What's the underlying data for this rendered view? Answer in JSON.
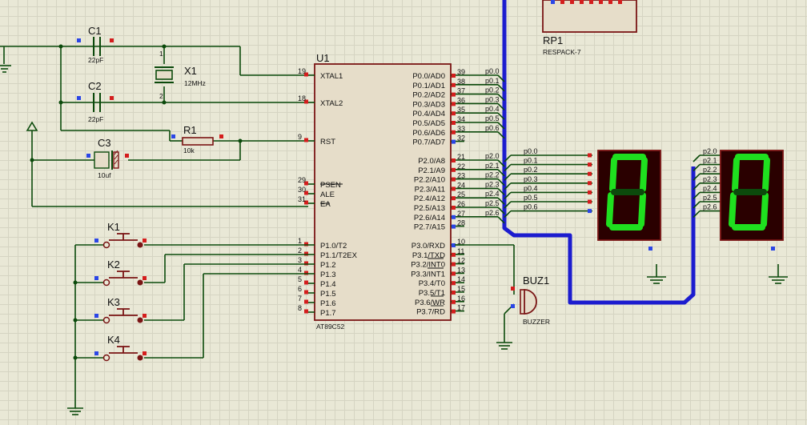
{
  "components": {
    "c1": {
      "ref": "C1",
      "value": "22pF"
    },
    "c2": {
      "ref": "C2",
      "value": "22pF"
    },
    "c3": {
      "ref": "C3",
      "value": "10uf"
    },
    "x1": {
      "ref": "X1",
      "value": "12MHz"
    },
    "r1": {
      "ref": "R1",
      "value": "10k"
    },
    "rp1": {
      "ref": "RP1",
      "value": "RESPACK-7"
    },
    "u1": {
      "ref": "U1",
      "part": "AT89C52"
    },
    "buz1": {
      "ref": "BUZ1",
      "part": "BUZZER"
    },
    "keys": [
      "K1",
      "K2",
      "K3",
      "K4"
    ],
    "x1_pins": [
      "1",
      "2"
    ]
  },
  "u1_left_pins": [
    {
      "num": "19",
      "name": "XTAL1"
    },
    {
      "num": "18",
      "name": "XTAL2"
    },
    {
      "num": "9",
      "name": "RST"
    },
    {
      "num": "29",
      "name": "PSEN"
    },
    {
      "num": "30",
      "name": "ALE"
    },
    {
      "num": "31",
      "name": "EA"
    },
    {
      "num": "1",
      "name": "P1.0/T2"
    },
    {
      "num": "2",
      "name": "P1.1/T2EX"
    },
    {
      "num": "3",
      "name": "P1.2"
    },
    {
      "num": "4",
      "name": "P1.3"
    },
    {
      "num": "5",
      "name": "P1.4"
    },
    {
      "num": "6",
      "name": "P1.5"
    },
    {
      "num": "7",
      "name": "P1.6"
    },
    {
      "num": "8",
      "name": "P1.7"
    }
  ],
  "u1_right_pins": [
    {
      "num": "39",
      "name": "P0.0/AD0"
    },
    {
      "num": "38",
      "name": "P0.1/AD1"
    },
    {
      "num": "37",
      "name": "P0.2/AD2"
    },
    {
      "num": "36",
      "name": "P0.3/AD3"
    },
    {
      "num": "35",
      "name": "P0.4/AD4"
    },
    {
      "num": "34",
      "name": "P0.5/AD5"
    },
    {
      "num": "33",
      "name": "P0.6/AD6"
    },
    {
      "num": "32",
      "name": "P0.7/AD7"
    },
    {
      "num": "21",
      "name": "P2.0/A8"
    },
    {
      "num": "22",
      "name": "P2.1/A9"
    },
    {
      "num": "23",
      "name": "P2.2/A10"
    },
    {
      "num": "24",
      "name": "P2.3/A11"
    },
    {
      "num": "25",
      "name": "P2.4/A12"
    },
    {
      "num": "26",
      "name": "P2.5/A13"
    },
    {
      "num": "27",
      "name": "P2.6/A14"
    },
    {
      "num": "28",
      "name": "P2.7/A15"
    },
    {
      "num": "10",
      "name": "P3.0/RXD"
    },
    {
      "num": "11",
      "name": "P3.1/TXD"
    },
    {
      "num": "12",
      "name": "P3.2/INT0"
    },
    {
      "num": "13",
      "name": "P3.3/INT1"
    },
    {
      "num": "14",
      "name": "P3.4/T0"
    },
    {
      "num": "15",
      "name": "P3.5/T1"
    },
    {
      "num": "16",
      "name": "P3.6/WR"
    },
    {
      "num": "17",
      "name": "P3.7/RD"
    }
  ],
  "net_labels": {
    "p0_bus": [
      "p0.0",
      "p0.1",
      "p0.2",
      "p0.3",
      "p0.4",
      "p0.5",
      "p0.6"
    ],
    "p2_bus": [
      "p2.0",
      "p2.1",
      "p2.2",
      "p2.3",
      "p2.4",
      "p2.5",
      "p2.6"
    ],
    "display1": [
      "p0.0",
      "p0.1",
      "p0.2",
      "p0.3",
      "p0.4",
      "p0.5",
      "p0.6"
    ],
    "display2": [
      "p2.0",
      "p2.1",
      "p2.2",
      "p2.3",
      "p2.4",
      "p2.5",
      "p2.6"
    ]
  },
  "displays": [
    {
      "digit": "0"
    },
    {
      "digit": "0"
    }
  ],
  "colors": {
    "background": "#e9e8d6",
    "wire": "#0b4a0b",
    "bus": "#1c1ccf",
    "chip_border": "#7a1414",
    "segment_on": "#1fe01f"
  }
}
